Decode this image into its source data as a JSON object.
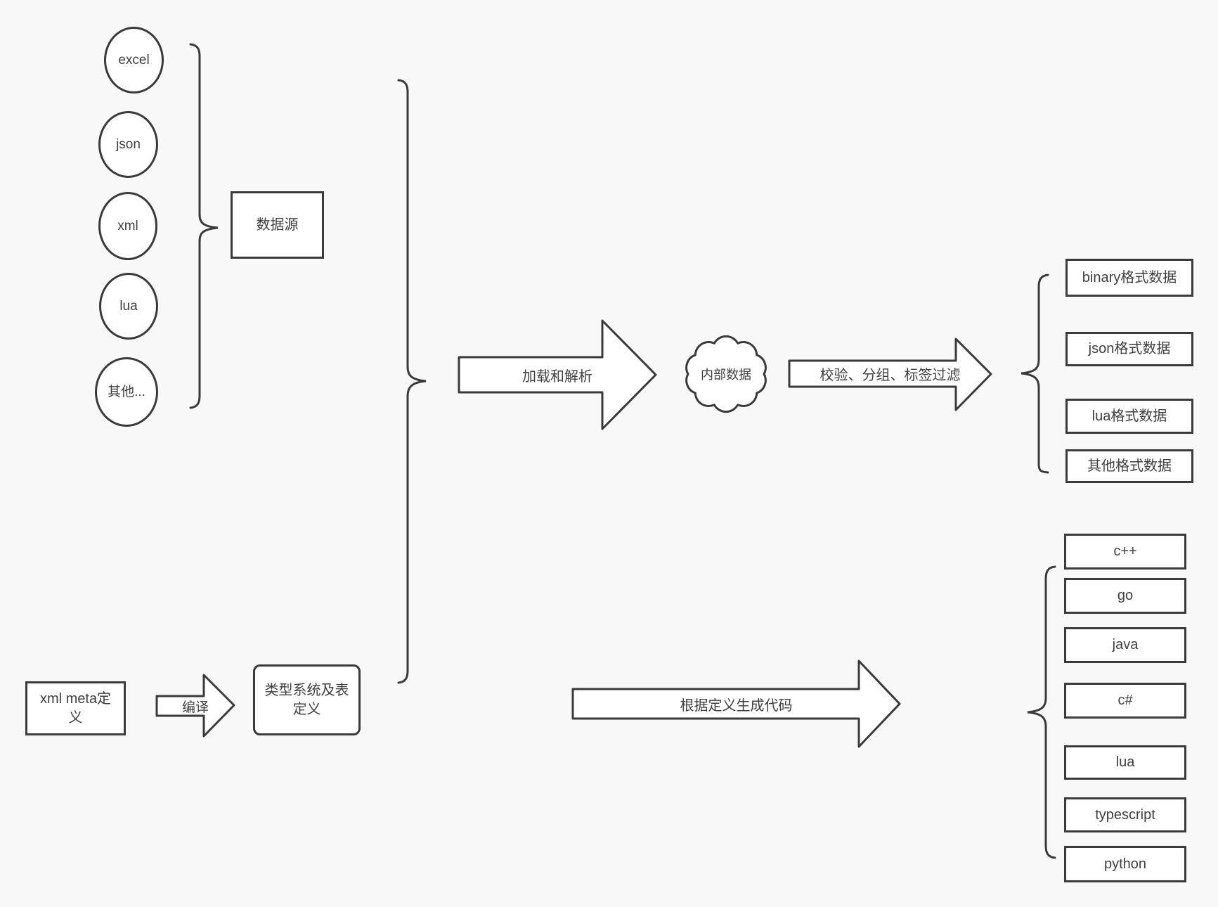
{
  "diagram": {
    "sources": {
      "nodes": [
        "excel",
        "json",
        "xml",
        "lua",
        "其他..."
      ],
      "group_label": "数据源"
    },
    "data_flow": {
      "load_parse_arrow": "加载和解析",
      "internal_data_cloud": "内部数据",
      "filter_arrow": "校验、分组、标签过滤",
      "format_outputs": [
        "binary格式数据",
        "json格式数据",
        "lua格式数据",
        "其他格式数据"
      ]
    },
    "codegen_flow": {
      "meta_definition": "xml meta定义",
      "compile_arrow": "编译",
      "type_system": "类型系统及表定义",
      "generate_code_arrow": "根据定义生成代码",
      "languages": [
        "c++",
        "go",
        "java",
        "c#",
        "lua",
        "typescript",
        "python"
      ]
    },
    "colors": {
      "background": "#f8f8f8",
      "stroke": "#3a3a3a",
      "text": "#3f3f3f",
      "shape_fill": "#ffffff"
    }
  }
}
